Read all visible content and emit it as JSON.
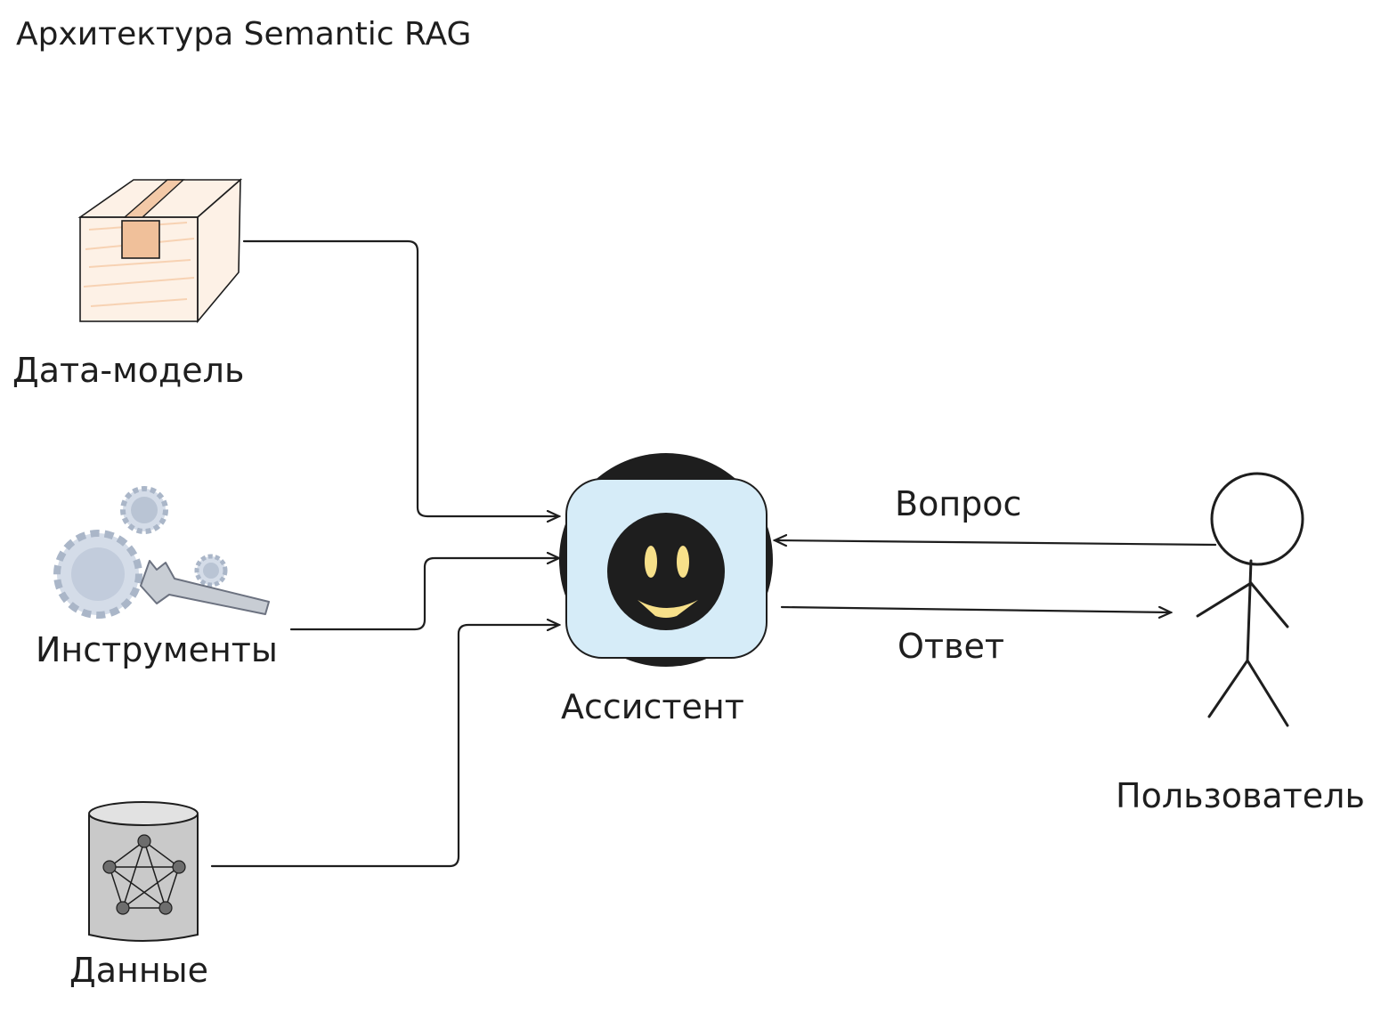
{
  "title": "Архитектура Semantic RAG",
  "nodes": {
    "data_model": {
      "label": "Дата-модель",
      "icon": "box-icon"
    },
    "tools": {
      "label": "Инструменты",
      "icon": "gears-wrench-icon"
    },
    "data": {
      "label": "Данные",
      "icon": "database-graph-icon"
    },
    "assistant": {
      "label": "Ассистент",
      "icon": "robot-face-icon"
    },
    "user": {
      "label": "Пользователь",
      "icon": "stick-figure-icon"
    }
  },
  "edges": {
    "question": "Вопрос",
    "answer": "Ответ"
  },
  "colors": {
    "stroke": "#1e1e1e",
    "assistant_fill": "#d6ecf8",
    "box_fill": "#fbe3cf",
    "box_tape": "#f0c8a8",
    "gear_fill": "#ccd6e4",
    "gear_stroke": "#aab6c8",
    "db_fill": "#c9c9c9",
    "eye_color": "#f7e08a"
  }
}
